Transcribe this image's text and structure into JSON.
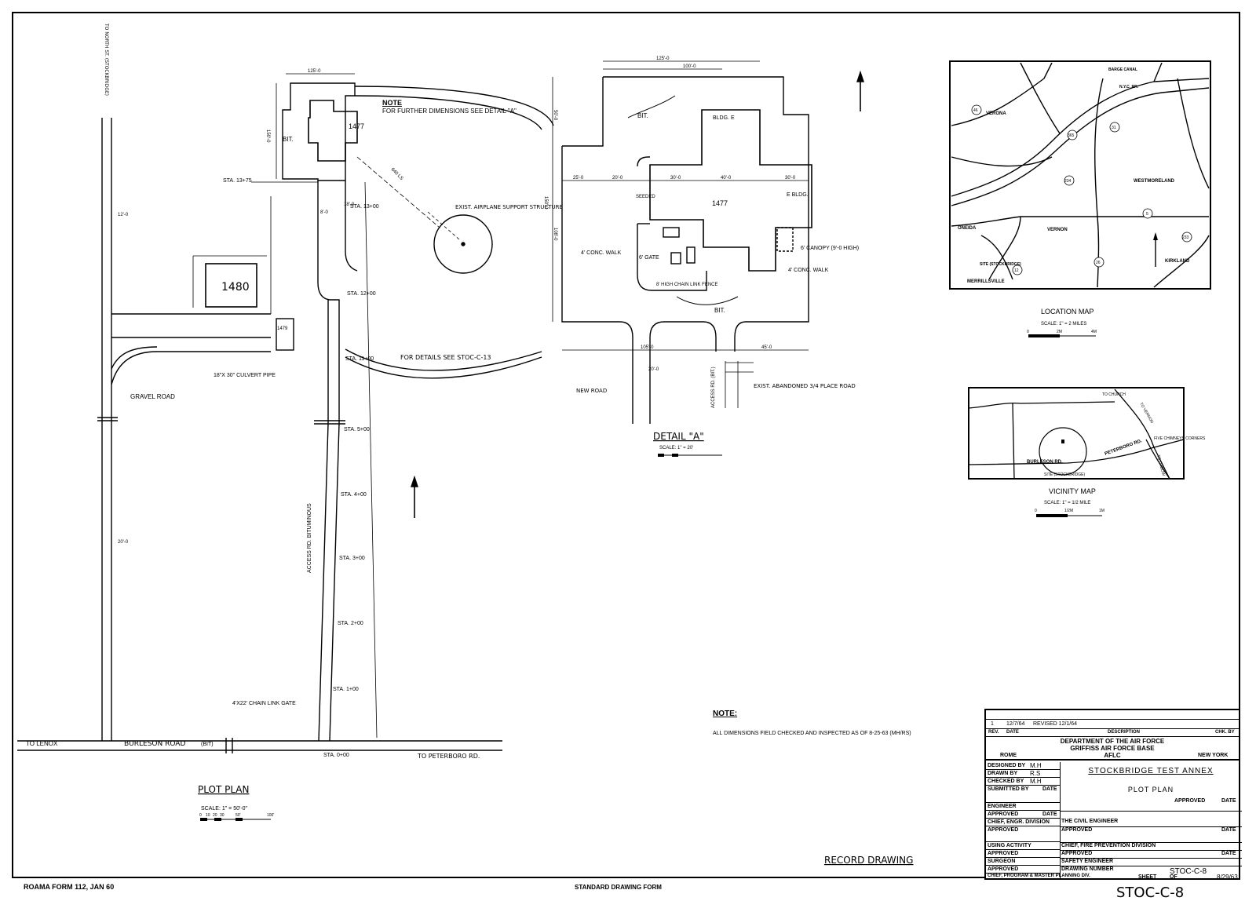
{
  "plot_plan": {
    "title": "PLOT PLAN",
    "scale": "SCALE: 1\" = 50'-0\"",
    "scale_ticks": [
      "0",
      "10",
      "20",
      "30",
      "50'",
      "100'"
    ],
    "road_labels": {
      "to_lenox": "TO LENOX",
      "burleson": "BURLESON ROAD",
      "burleson_bit": "(BIT)",
      "to_peterboro": "TO PETERBORO RD.",
      "gravel_road": "GRAVEL ROAD",
      "culvert": "18\"X 30\" CULVERT PIPE",
      "chain_gate": "4'X22' CHAIN LINK GATE",
      "access_rd": "ACCESS RD. BITUMINOUS",
      "to_north": "TO NORTH ST. (STOCKBRIDGE)"
    },
    "stations": [
      "STA. 0+00",
      "STA. 1+00",
      "STA. 2+00",
      "STA. 3+00",
      "STA. 4+00",
      "STA. 5+00",
      "STA. 11+00",
      "STA. 12+00",
      "STA. 13+00",
      "STA. 13+75"
    ],
    "buildings": [
      "1477",
      "1480",
      "1479"
    ],
    "notes": {
      "bit": "BIT.",
      "note_title": "NOTE",
      "note_text": "FOR FURTHER DIMENSIONS SEE DETAIL \"A\"",
      "support": "EXIST. AIRPLANE SUPPORT STRUCTURE",
      "for_details": "FOR DETAILS SEE STOC-C-13",
      "dims": [
        "125'-0",
        "150'-0",
        "20'-0",
        "12'-0",
        "18'-0",
        "8'-0",
        "640 LS"
      ]
    }
  },
  "detail_a": {
    "title": "DETAIL \"A\"",
    "scale": "SCALE: 1\" = 20'",
    "building": "1477",
    "labels": {
      "bit": "BIT.",
      "bldg_e_top": "BLDG. E",
      "bldg_e_right": "E BLDG.",
      "walk_left": "4' CONC. WALK",
      "walk_right": "4' CONC. WALK",
      "canopy": "6' CANOPY (9'-0 HIGH)",
      "gate": "6' GATE",
      "fence": "8' HIGH CHAIN LINK FENCE",
      "seeded": "SEEDED",
      "new_road": "NEW ROAD",
      "abandoned": "EXIST. ABANDONED 3/4 PLACE ROAD",
      "access_road": "ACCESS RD. (BIT.)"
    },
    "dims": [
      "125'-0",
      "100'-0",
      "25'-0",
      "20'-0",
      "30'-0",
      "40'-0",
      "30'-0",
      "105'-0",
      "45'-0",
      "20'-0",
      "150'-0",
      "108'-0",
      "50'-0"
    ]
  },
  "location_map": {
    "title": "LOCATION MAP",
    "scale": "SCALE: 1\" = 2 MILES",
    "scale_ticks": [
      "0",
      "2M",
      "4M"
    ],
    "places": [
      "VERONA",
      "WESTMORELAND",
      "ONEIDA",
      "VERNON",
      "KIRKLAND",
      "MERRILLSVILLE",
      "SITE (STOCKBRIDGE)",
      "BARGE CANAL",
      "N.Y.C. RR."
    ],
    "routes": [
      "46",
      "31",
      "365",
      "26",
      "234",
      "233",
      "5",
      "12"
    ]
  },
  "vicinity_map": {
    "title": "VICINITY MAP",
    "scale": "SCALE: 1\" = 1/2 MILE",
    "scale_ticks": [
      "0",
      "1/2M",
      "1M"
    ],
    "labels": [
      "BURLESON RD.",
      "PETERBORO RD.",
      "TO VERNON",
      "TO OXBOW",
      "SITE (STOCKBRIDGE)",
      "FIVE CHIMNEYS CORNERS",
      "TO CHURCH"
    ]
  },
  "general_note": {
    "title": "NOTE:",
    "text": "ALL DIMENSIONS FIELD CHECKED AND INSPECTED AS OF 8-25-63 (MH/RS)"
  },
  "title_block": {
    "revision_sym": "1",
    "revision_date": "12/7/64",
    "revision_desc": "REVISED 12/1/64",
    "revision_chk": "",
    "col_rev": "REV.",
    "col_date": "DATE",
    "col_desc": "DESCRIPTION",
    "col_chk": "CHK. BY",
    "dept": "DEPARTMENT OF THE AIR FORCE",
    "base": "GRIFFISS AIR FORCE BASE",
    "aflc": "AFLC",
    "city": "ROME",
    "state": "NEW YORK",
    "designed_by_label": "DESIGNED BY",
    "designed_by": "M.H",
    "drawn_by_label": "DRAWN BY",
    "drawn_by": "R.S",
    "checked_by_label": "CHECKED BY",
    "checked_by": "M.H",
    "submitted_by": "SUBMITTED BY",
    "date": "DATE",
    "project": "STOCKBRIDGE TEST ANNEX",
    "sheet_title": "PLOT PLAN",
    "engineer": "ENGINEER",
    "approved": "APPROVED",
    "chief_engr": "CHIEF, ENGR. DIVISION",
    "civil_engineer": "THE CIVIL ENGINEER",
    "using_activity": "USING ACTIVITY",
    "chief_fire": "CHIEF, FIRE PREVENTION DIVISION",
    "surgeon": "SURGEON",
    "safety": "SAFETY ENGINEER",
    "drawing_number_label": "DRAWING NUMBER",
    "drawing_number": "STOC-C-8",
    "chief_program": "CHIEF, PROGRAM & MASTER PLANNING DIV.",
    "sheet_label": "SHEET",
    "of_label": "OF",
    "sheet_date": "8/29/63"
  },
  "stamps": {
    "record_drawing": "RECORD DRAWING",
    "drawing_no_large": "STOC-C-8"
  },
  "footer": {
    "form": "ROAMA FORM 112, JAN 60",
    "standard": "STANDARD DRAWING FORM"
  }
}
